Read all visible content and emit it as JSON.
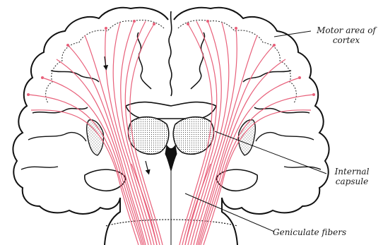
{
  "labels": {
    "motor_area": {
      "line1": "Motor area of",
      "line2": "cortex"
    },
    "internal_capsule": {
      "line1": "Internal",
      "line2": "capsule"
    },
    "geniculate": "Geniculate fibers"
  },
  "colors": {
    "fiber": "#e8607a",
    "outline": "#111111",
    "stipple": "#8a8a8a"
  }
}
